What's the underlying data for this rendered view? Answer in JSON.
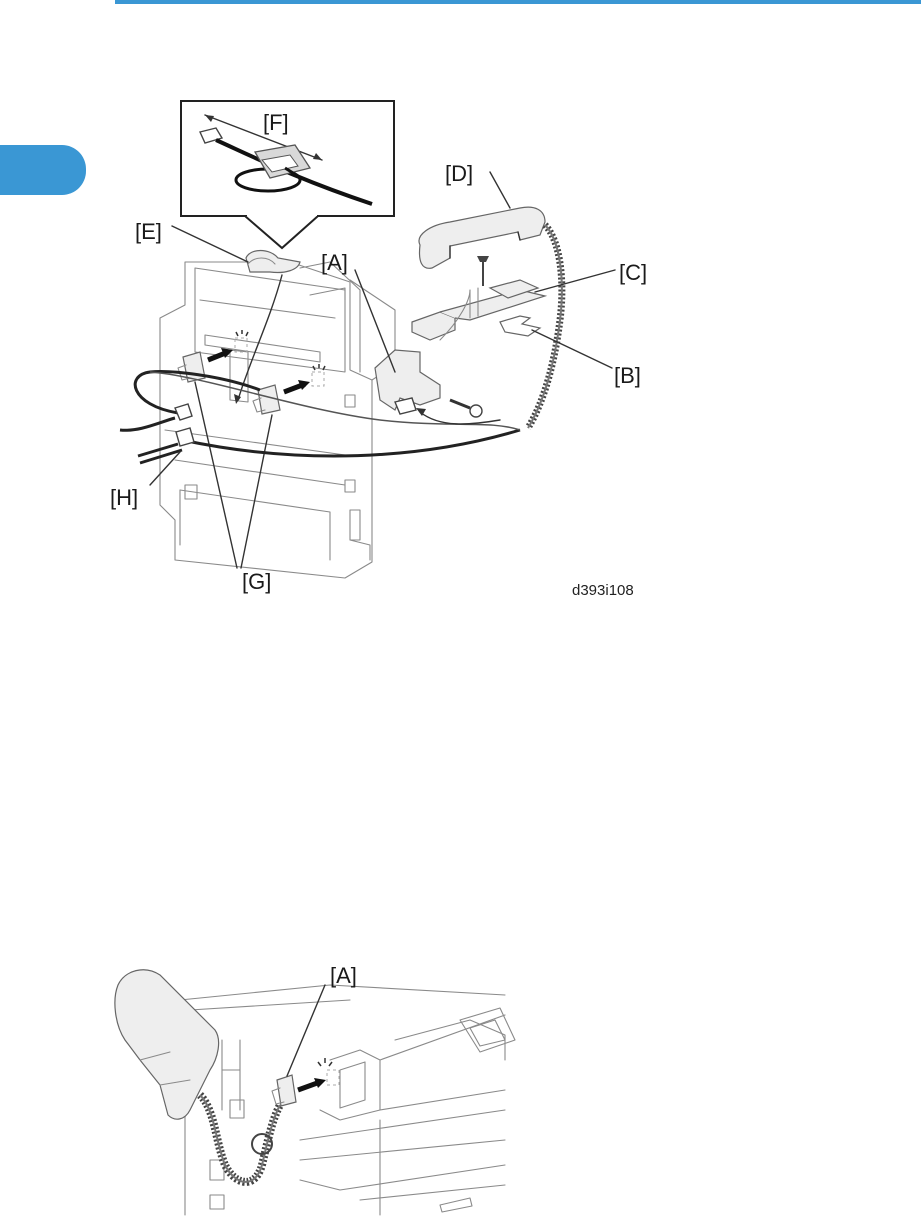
{
  "figure1": {
    "labels": {
      "A": "[A]",
      "B": "[B]",
      "C": "[C]",
      "D": "[D]",
      "E": "[E]",
      "F": "[F]",
      "G": "[G]",
      "H": "[H]"
    },
    "code": "d393i108"
  },
  "figure2": {
    "labels": {
      "A": "[A]"
    }
  }
}
